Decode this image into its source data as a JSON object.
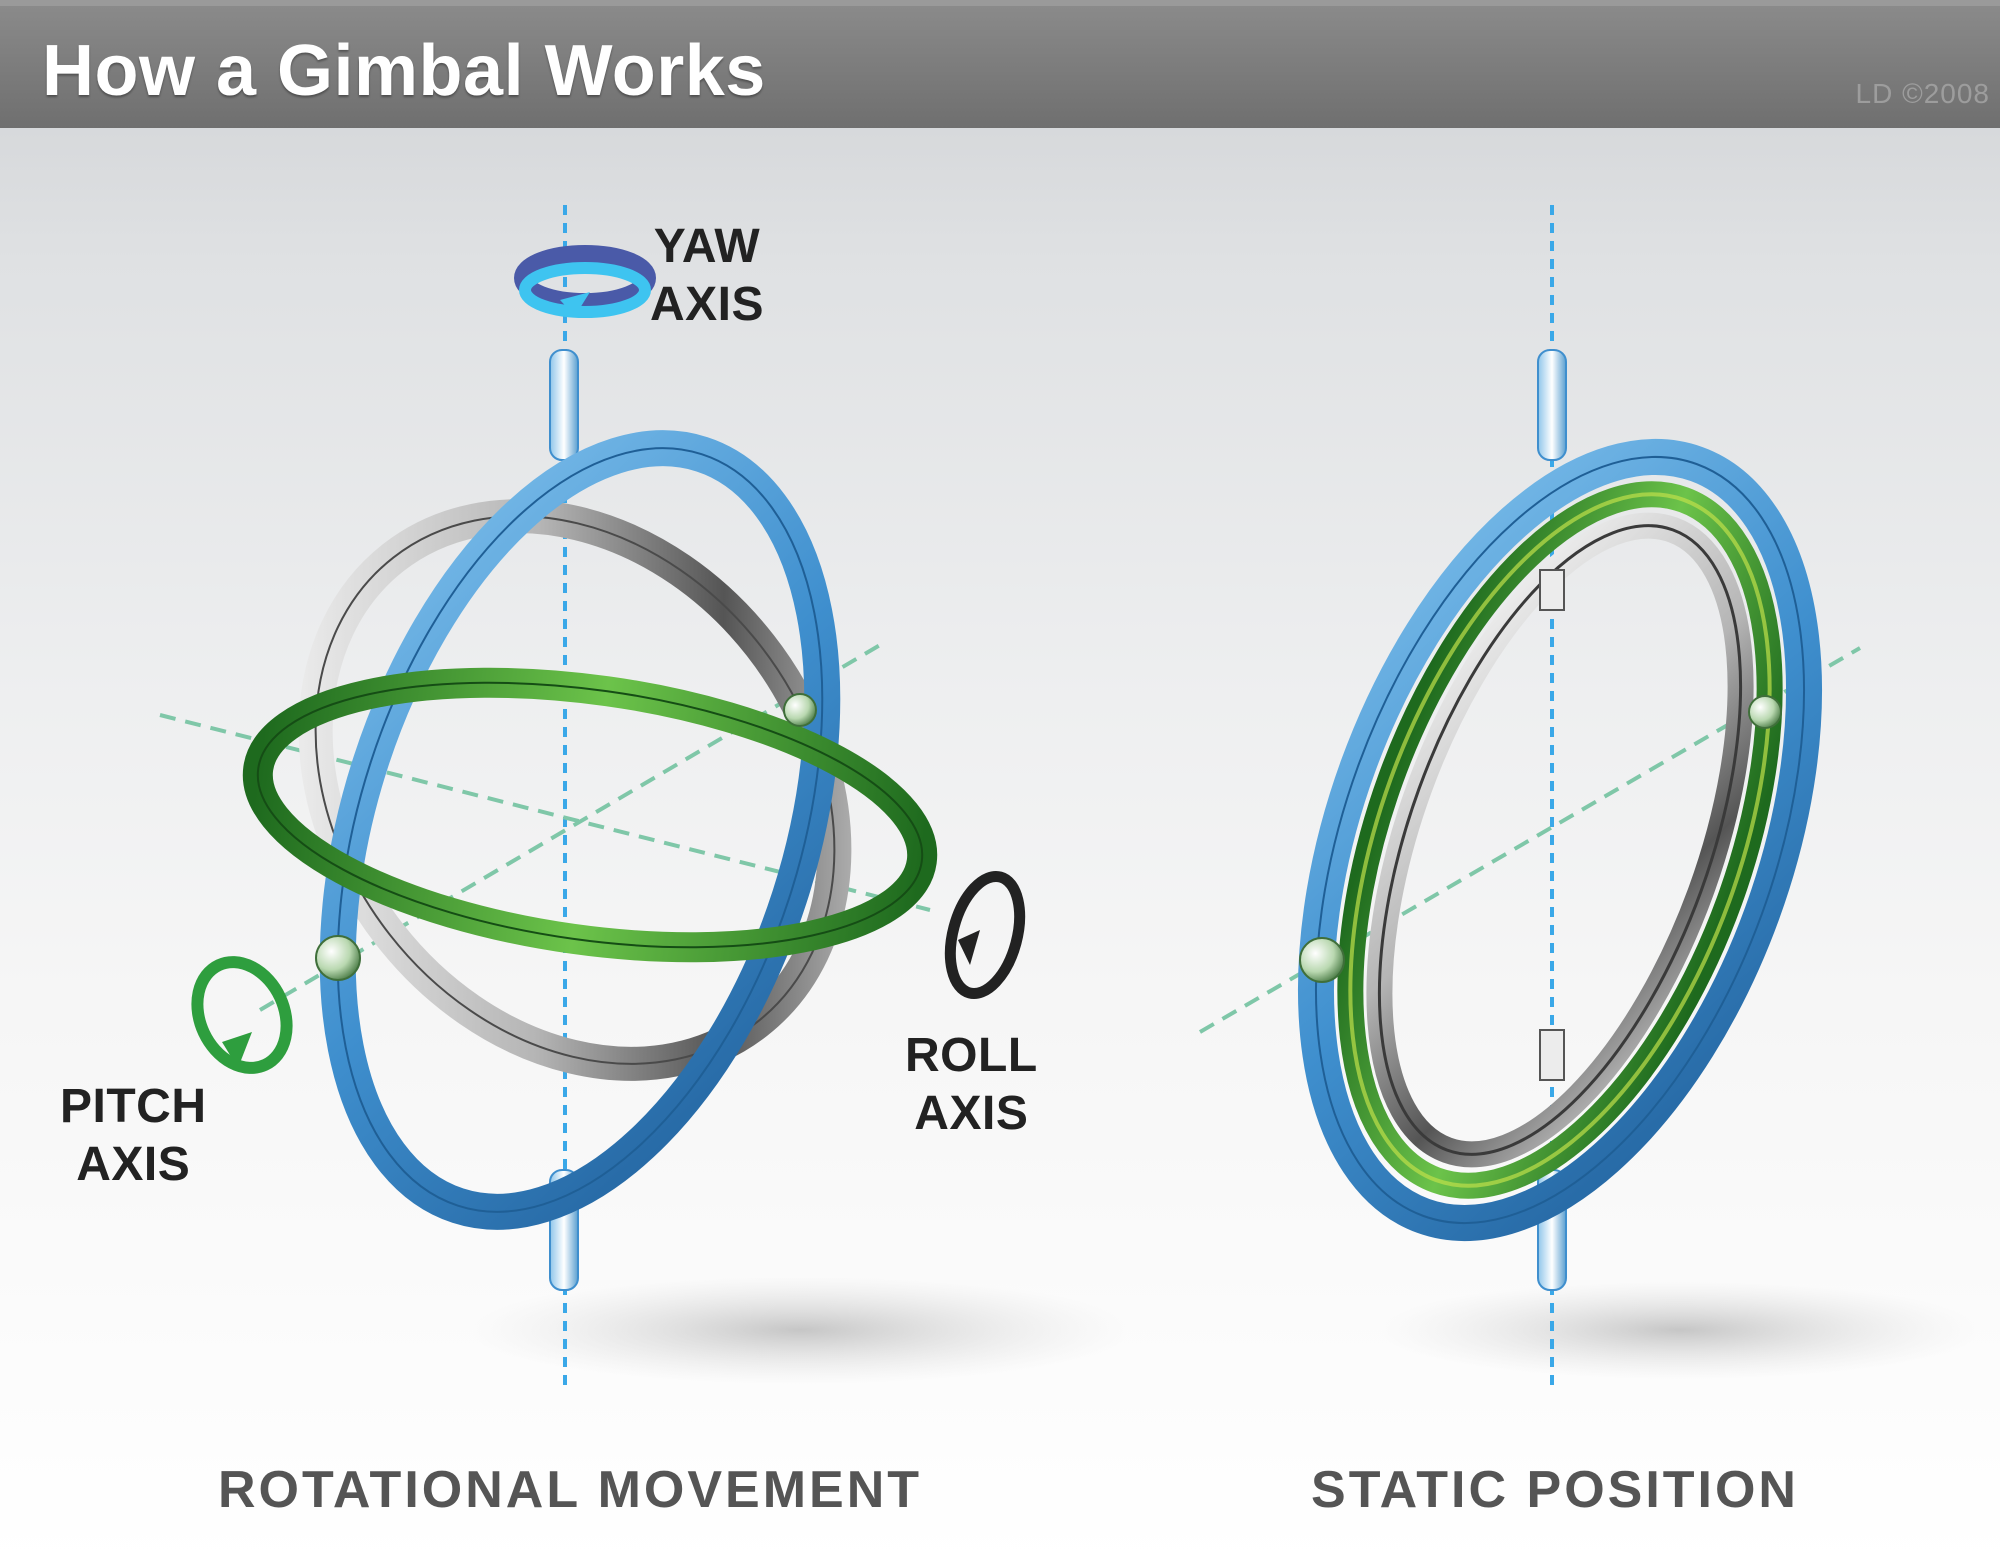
{
  "header": {
    "title": "How a Gimbal Works",
    "credit": "LD ©2008"
  },
  "labels": {
    "yaw": [
      "YAW",
      "AXIS"
    ],
    "pitch": [
      "PITCH",
      "AXIS"
    ],
    "roll": [
      "ROLL",
      "AXIS"
    ]
  },
  "captions": {
    "left": "ROTATIONAL MOVEMENT",
    "right": "STATIC POSITION"
  },
  "colors": {
    "outer_ring": "#3f8fce",
    "middle_ring": "#2f8f2f",
    "inner_ring": "#9a9a9a",
    "axis_blue": "#3aa8e8",
    "axis_green": "#7fc7a8",
    "yaw_arrow": "#4a5aa8",
    "pitch_arrow": "#2e9e3e",
    "roll_arrow": "#222222"
  }
}
